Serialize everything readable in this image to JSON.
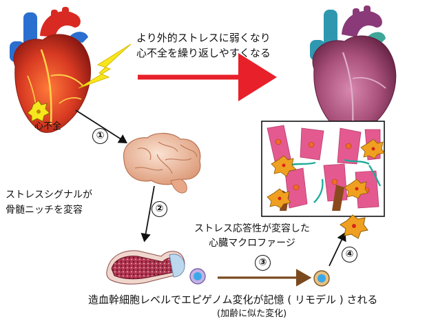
{
  "top_caption": {
    "line1": "より外的ストレスに弱くなり",
    "line2": "心不全を繰り返しやすくなる"
  },
  "heart_failure_label": "心不全",
  "stress_signal": {
    "line1": "ストレスシグナルが",
    "line2": "骨髄ニッチを変容"
  },
  "macrophage_label": {
    "line1": "ストレス応答性が変容した",
    "line2": "心臓マクロファージ"
  },
  "bottom_caption": "造血幹細胞レベルでエピゲノム変化が記憶 ( リモデル ) される",
  "aging_note": "(加齢に似た変化)",
  "steps": {
    "s1": "①",
    "s2": "②",
    "s3": "③",
    "s4": "④"
  },
  "colors": {
    "red_arrow": "#e8202a",
    "brown_arrow": "#7a4a1e",
    "lightning": "#f6e61e",
    "healthy_heart": "#d83a22",
    "failing_heart": "#b0567e",
    "brain": "#f2c4a8",
    "macrophage": "#f0a020",
    "cardiomyocyte": "#e45a90",
    "fibroblast": "#1eaa9a"
  }
}
